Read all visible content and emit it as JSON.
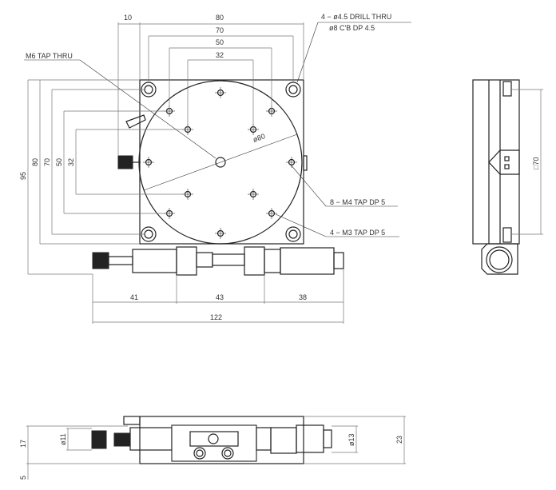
{
  "top_view": {
    "dim_10": "10",
    "dim_80": "80",
    "dim_70": "70",
    "dim_50": "50",
    "dim_32": "32",
    "m6_note": "M6 TAP THRU",
    "drill_note_1": "4 − ø4.5 DRILL THRU",
    "drill_note_2": "ø8 C'B DP 4.5",
    "circle_dia": "ø80",
    "m4_note": "8 − M4 TAP DP 5",
    "m3_note": "4 − M3 TAP DP 5",
    "left_95": "95",
    "left_80": "80",
    "left_70": "70",
    "left_50": "50",
    "left_32": "32",
    "bottom_41": "41",
    "bottom_43": "43",
    "bottom_38": "38",
    "bottom_122": "122"
  },
  "side_view": {
    "square_70": "□70"
  },
  "front_view": {
    "dim_17": "17",
    "dim_11": "ø11",
    "dim_13": "ø13",
    "dim_23": "23",
    "dim_5": "5"
  }
}
